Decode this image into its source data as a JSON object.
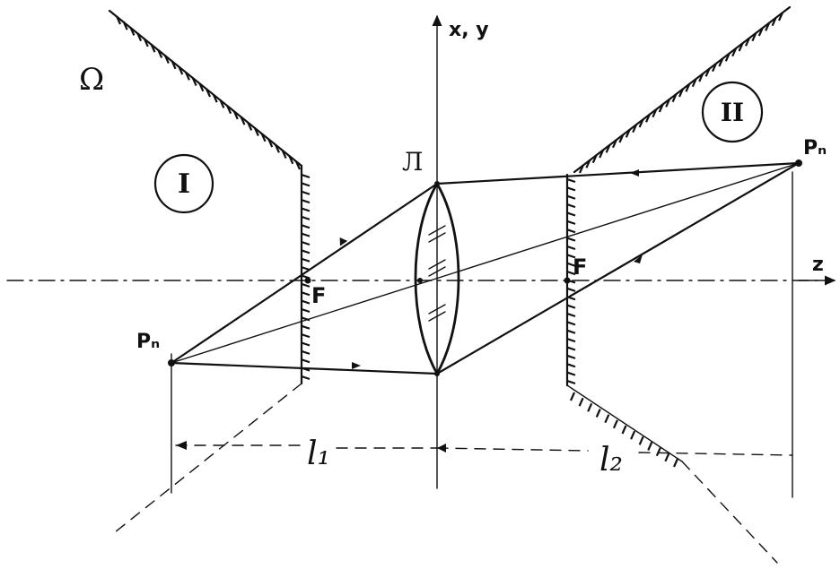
{
  "labels": {
    "omega": "Ω",
    "region_one": "I",
    "region_two": "II",
    "lens": "Л",
    "axis_vertical": "x, y",
    "axis_horizontal": "z",
    "focus_left": "F",
    "focus_right": "F",
    "point_left": "Pₙ",
    "point_right": "Pₙ",
    "distance_left": "l₁",
    "distance_right": "l₂"
  }
}
